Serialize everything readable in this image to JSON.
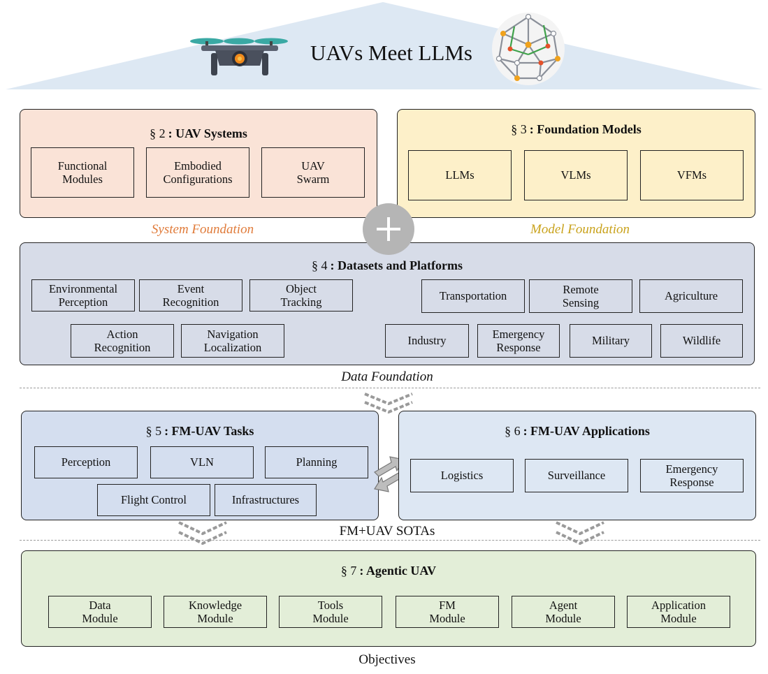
{
  "header": {
    "title": "UAVs Meet LLMs"
  },
  "uav_systems": {
    "section": "§ 2",
    "title": ": UAV Systems",
    "items": [
      "Functional\nModules",
      "Embodied\nConfigurations",
      "UAV\nSwarm"
    ]
  },
  "foundation_models": {
    "section": "§ 3",
    "title": ": Foundation Models",
    "items": [
      "LLMs",
      "VLMs",
      "VFMs"
    ]
  },
  "captions": {
    "system_foundation": "System Foundation",
    "model_foundation": "Model Foundation",
    "data_foundation": "Data Foundation",
    "fm_uav_sotas": "FM+UAV SOTAs",
    "objectives": "Objectives"
  },
  "datasets": {
    "section": "§ 4",
    "title": ": Datasets and Platforms",
    "tasks_row1": [
      "Environmental\nPerception",
      "Event\nRecognition",
      "Object\nTracking"
    ],
    "tasks_row2": [
      "Action\nRecognition",
      "Navigation\nLocalization"
    ],
    "domains_row1": [
      "Transportation",
      "Remote\nSensing",
      "Agriculture"
    ],
    "domains_row2": [
      "Industry",
      "Emergency\nResponse",
      "Military",
      "Wildlife"
    ]
  },
  "tasks": {
    "section": "§ 5",
    "title": ": FM-UAV Tasks",
    "row1": [
      "Perception",
      "VLN",
      "Planning"
    ],
    "row2": [
      "Flight Control",
      "Infrastructures"
    ]
  },
  "applications": {
    "section": "§ 6",
    "title": ": FM-UAV Applications",
    "items": [
      "Logistics",
      "Surveillance",
      "Emergency\nResponse"
    ]
  },
  "agentic": {
    "section": "§ 7",
    "title": ": Agentic UAV",
    "items": [
      "Data\nModule",
      "Knowledge\nModule",
      "Tools\nModule",
      "FM\nModule",
      "Agent\nModule",
      "Application\nModule"
    ]
  },
  "colors": {
    "roof": "#dde8f3",
    "uav_panel": "#fae3d7",
    "fm_panel": "#fdf0c9",
    "data_panel": "#d7dce8",
    "task_panel": "#d4deef",
    "app_panel": "#dde7f3",
    "agent_panel": "#e3eed8",
    "system_caption": "#e07b3a",
    "model_caption": "#c9a21b"
  },
  "icons": [
    "drone-icon",
    "neural-network-icon",
    "plus-icon",
    "exchange-arrows-icon",
    "chevron-down-icon"
  ]
}
